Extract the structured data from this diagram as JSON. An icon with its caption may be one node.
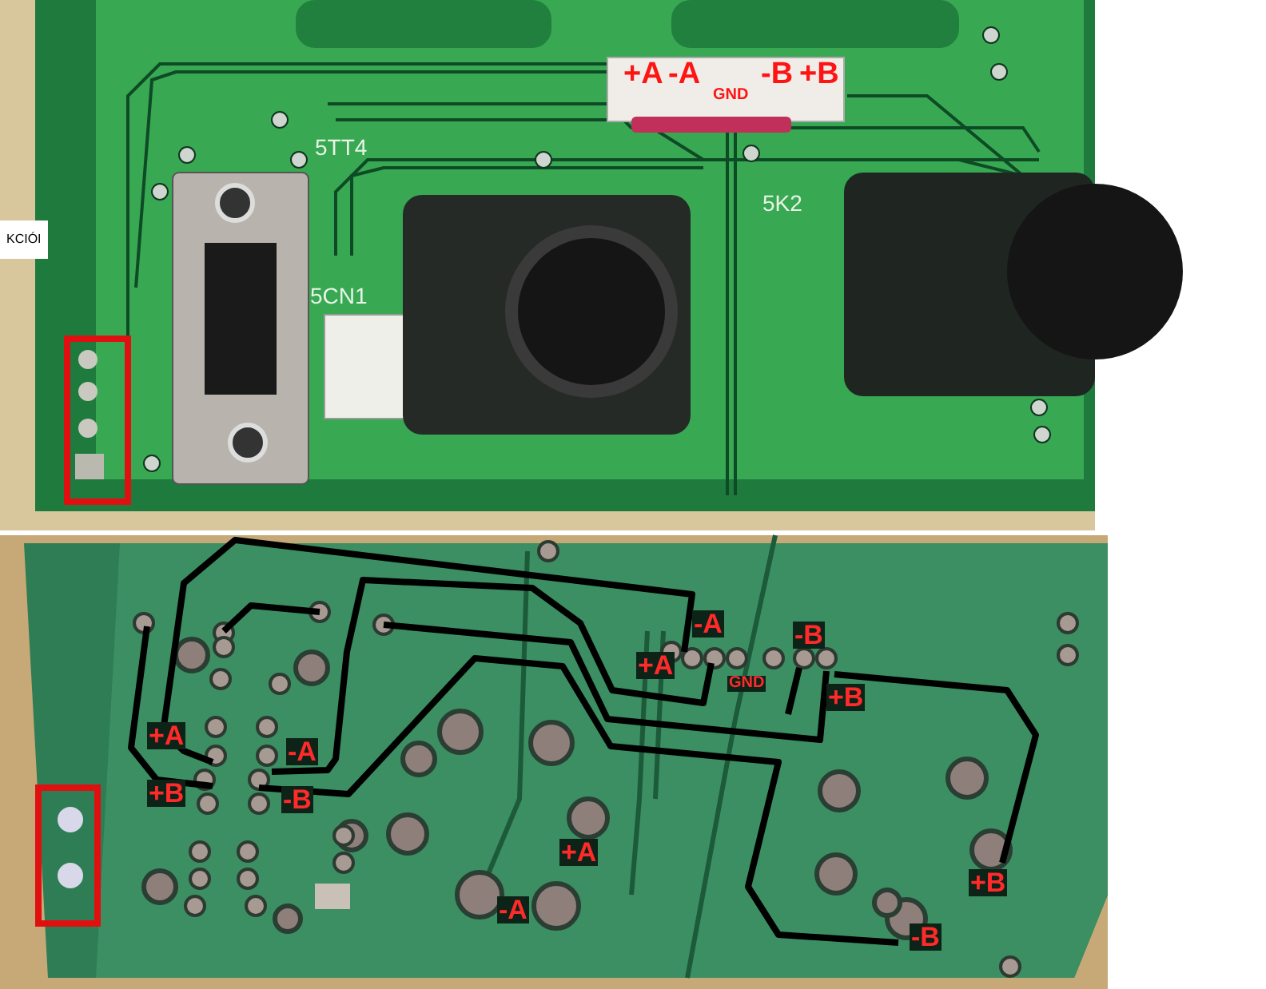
{
  "diagram": {
    "labels": [
      "+A",
      "-A",
      "GND",
      "-B",
      "+B",
      "5TT4",
      "5K2",
      "KCIÓI",
      "5CN1",
      "-A",
      "-B",
      "+A",
      "GND",
      "+B",
      "+A",
      "-A",
      "+B",
      "-B",
      "+A",
      "+B",
      "-A",
      "-B"
    ]
  }
}
